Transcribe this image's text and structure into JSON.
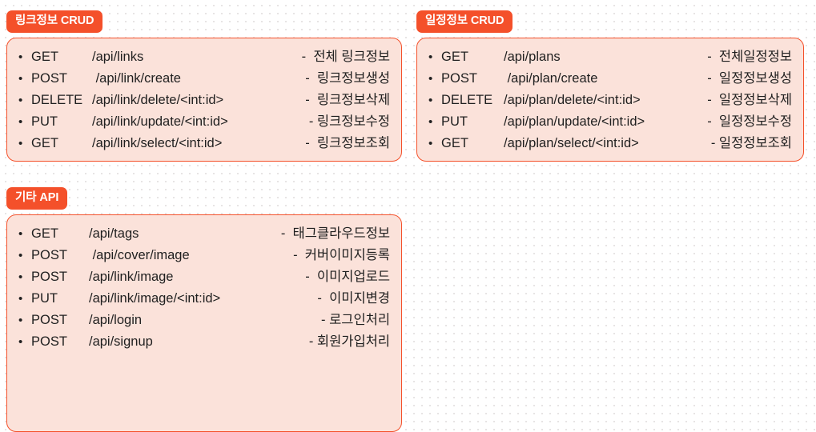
{
  "page": {
    "background_color": "#ffffff",
    "dot_color": "#e7e4e4",
    "accent_color": "#f4502a",
    "card_fill_color": "#fbe2da",
    "text_color": "#1f1f1f",
    "bullet_glyph": "•",
    "dash_glyph": "-"
  },
  "sections": [
    {
      "badge": "링크정보 CRUD",
      "rows": [
        {
          "verb": "GET",
          "path": "/api/links",
          "desc": "-  전체 링크정보"
        },
        {
          "verb": "POST",
          "path": " /api/link/create",
          "desc": "-  링크정보생성"
        },
        {
          "verb": "DELETE",
          "path": "/api/link/delete/<int:id>",
          "desc": "-  링크정보삭제"
        },
        {
          "verb": "PUT",
          "path": "/api/link/update/<int:id>",
          "desc": "- 링크정보수정"
        },
        {
          "verb": "GET",
          "path": "/api/link/select/<int:id>",
          "desc": "-  링크정보조회"
        }
      ]
    },
    {
      "badge": "일정정보 CRUD",
      "rows": [
        {
          "verb": "GET",
          "path": "/api/plans",
          "desc": "-  전체일정정보"
        },
        {
          "verb": "POST",
          "path": " /api/plan/create",
          "desc": "-  일정정보생성"
        },
        {
          "verb": "DELETE",
          "path": "/api/plan/delete/<int:id>",
          "desc": "-  일정정보삭제"
        },
        {
          "verb": "PUT",
          "path": "/api/plan/update/<int:id>",
          "desc": "-  일정정보수정"
        },
        {
          "verb": "GET",
          "path": "/api/plan/select/<int:id>",
          "desc": "- 일정정보조회"
        }
      ]
    },
    {
      "badge": "기타 API",
      "rows": [
        {
          "verb": "GET",
          "path": "/api/tags",
          "desc": "-  태그클라우드정보"
        },
        {
          "verb": "POST",
          "path": " /api/cover/image",
          "desc": "-  커버이미지등록"
        },
        {
          "verb": "POST",
          "path": "/api/link/image",
          "desc": "-  이미지업로드"
        },
        {
          "verb": "PUT",
          "path": "/api/link/image/<int:id>",
          "desc": "-  이미지변경"
        },
        {
          "verb": "POST",
          "path": "/api/login",
          "desc": "- 로그인처리"
        },
        {
          "verb": "POST",
          "path": "/api/signup",
          "desc": "- 회원가입처리"
        }
      ]
    }
  ]
}
